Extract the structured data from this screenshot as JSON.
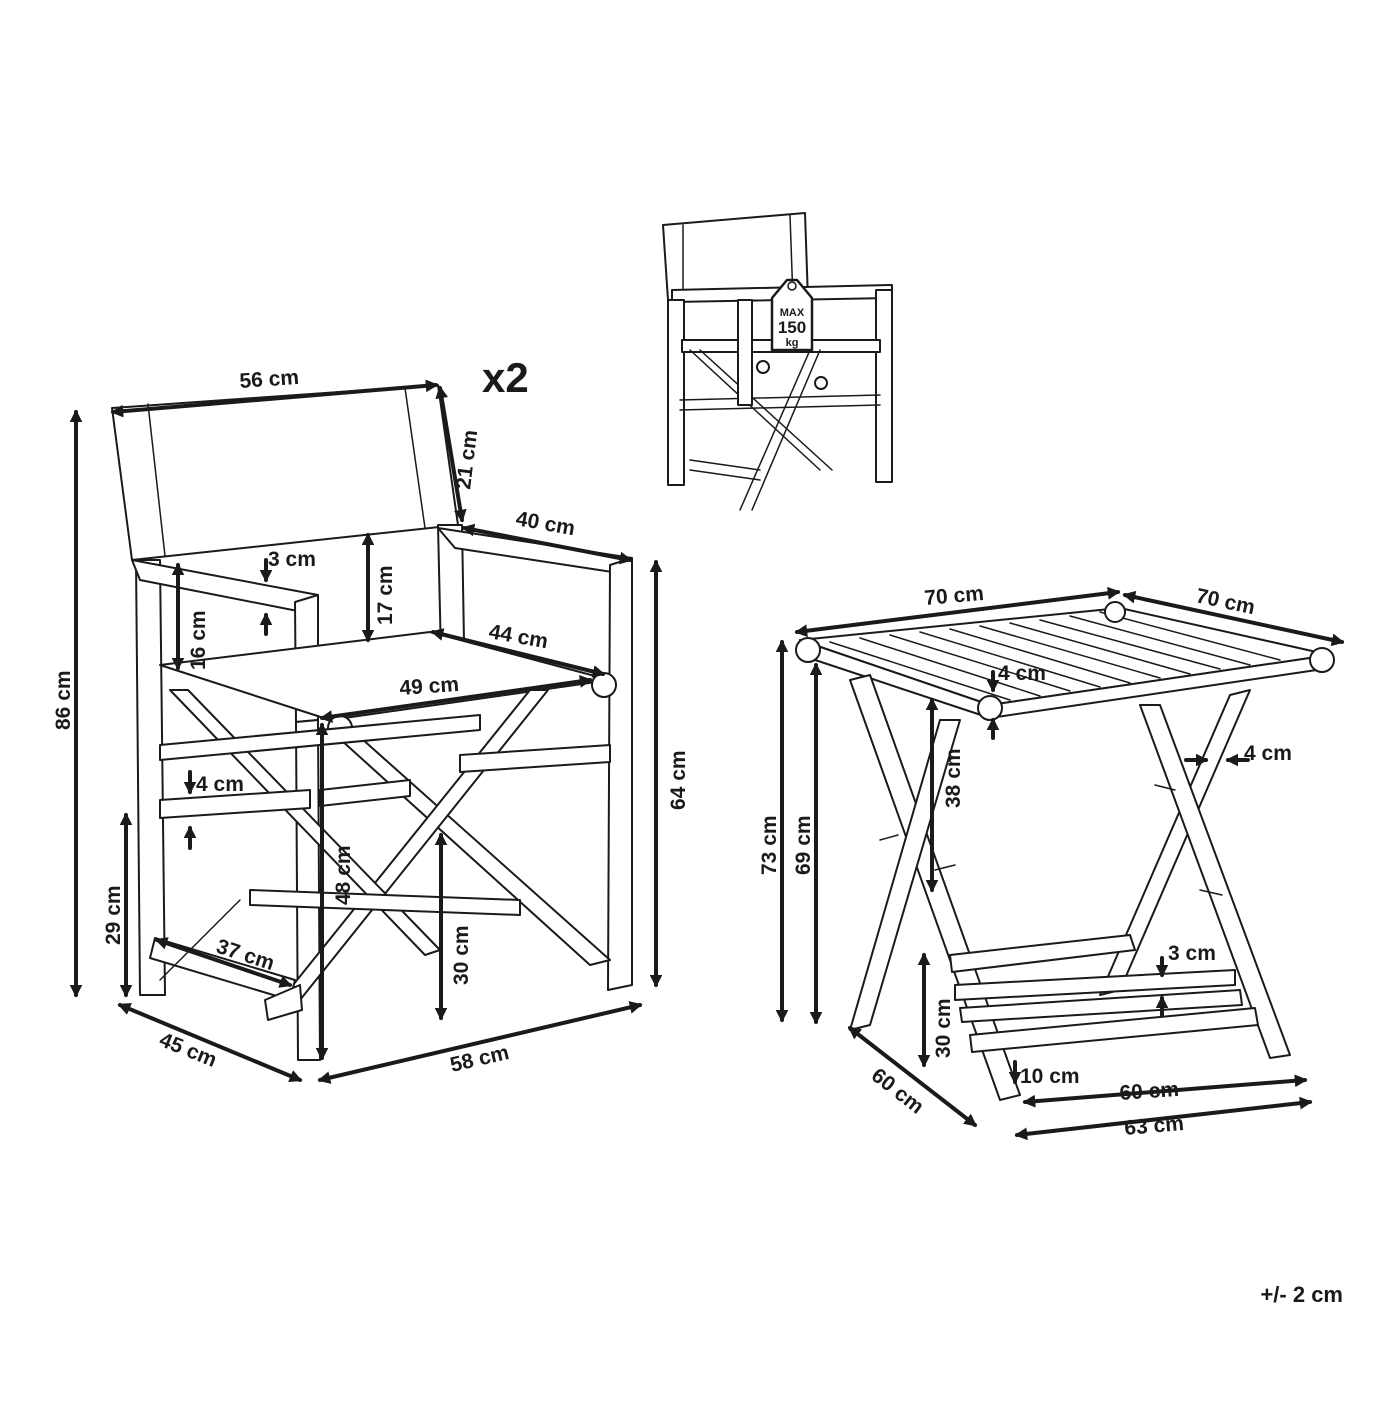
{
  "diagram": {
    "quantity_label": "x2",
    "tolerance": "+/- 2 cm",
    "max_load": {
      "top": "MAX",
      "value": "150",
      "unit": "kg",
      "icon": "weight-icon"
    },
    "chair_dimensions": {
      "back_width": "56 cm",
      "back_height": "21 cm",
      "arm_depth": "40 cm",
      "arm_thickness": "3 cm",
      "back_gap": "17 cm",
      "arm_height": "16 cm",
      "seat_depth": "44 cm",
      "seat_width": "49 cm",
      "rail_thickness": "4 cm",
      "total_height": "86 cm",
      "arm_floor_height": "64 cm",
      "rail_height": "29 cm",
      "seat_height": "48 cm",
      "cross_height": "30 cm",
      "base_rail": "37 cm",
      "side_depth": "45 cm",
      "front_width": "58 cm"
    },
    "table_dimensions": {
      "top_width": "70 cm",
      "top_depth": "70 cm",
      "top_thickness": "4 cm",
      "apron_height": "38 cm",
      "leg_thickness": "4 cm",
      "total_height": "73 cm",
      "top_height": "69 cm",
      "rail_thickness": "3 cm",
      "shelf_height": "30 cm",
      "shelf_offset": "10 cm",
      "side_depth": "60 cm",
      "shelf_width": "60 cm",
      "base_width": "63 cm"
    }
  }
}
